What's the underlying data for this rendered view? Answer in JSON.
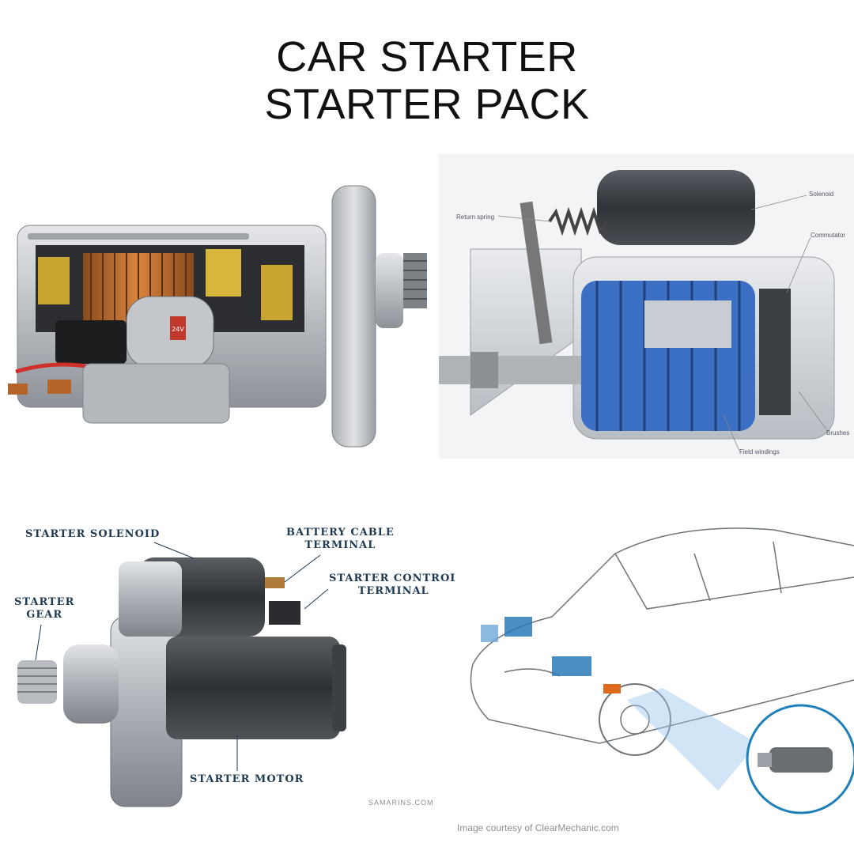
{
  "title": {
    "line1": "CAR STARTER",
    "line2": "STARTER PACK"
  },
  "panel_cutaway_photo": {
    "badge_text": "24V"
  },
  "panel_diagram": {
    "labels": {
      "return_spring": "Return spring",
      "solenoid": "Solenoid",
      "commutator": "Commutator",
      "brushes": "Brushes",
      "field_windings": "Field windings"
    }
  },
  "panel_labeled_photo": {
    "labels": {
      "starter_solenoid": "Starter Solenoid",
      "battery_cable_terminal_1": "Battery Cable",
      "battery_cable_terminal_2": "Terminal",
      "starter_control_terminal_1": "Starter Control",
      "starter_control_terminal_2": "Terminal",
      "starter_gear_1": "Starter",
      "starter_gear_2": "Gear",
      "starter_motor": "Starter Motor"
    },
    "credit": "SAMARINS.COM"
  },
  "panel_car_illustration": {
    "credit": "Image courtesy of ClearMechanic.com"
  },
  "colors": {
    "diagram_blue": "#3a6fc4",
    "solenoid_dark": "#3b3f44",
    "metal_light": "#c9ccd0",
    "label_navy": "#1e3a52",
    "highlight_orange": "#e06a1c",
    "highlight_blue": "#2a7ab8"
  }
}
